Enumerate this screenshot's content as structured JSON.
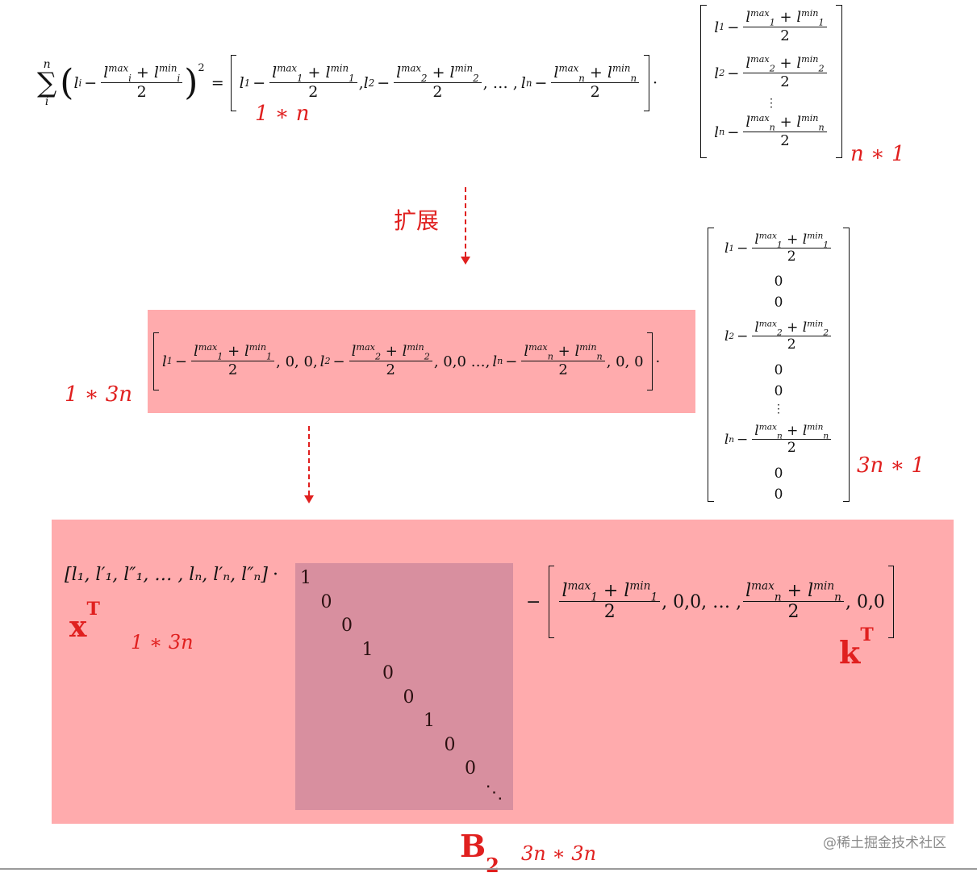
{
  "top": {
    "sum_symbol": "∑",
    "sum_upper": "n",
    "sum_lower": "i",
    "lhs_var": "l",
    "lhs_sub": "i",
    "minus": "−",
    "max_sup": "max",
    "min_sup": "min",
    "plus": "+",
    "denominator": "2",
    "power": "2",
    "equals": "=",
    "ellipsis": ", … ,",
    "dot": "·",
    "vdots": "⋮",
    "row_dim": "1 ∗ n",
    "col_dim": "n ∗ 1",
    "subs": [
      "1",
      "2",
      "n"
    ]
  },
  "arrow1_label": "扩展",
  "middle": {
    "row_dim": "1 ∗ 3n",
    "col_dim": "3n ∗ 1",
    "zero_pair": ", 0, 0,",
    "zero_pair_b": ", 0,0 …,",
    "zero_pair_end": ", 0, 0",
    "zero": "0",
    "vdots": "⋮",
    "dot": "·"
  },
  "bottom": {
    "x_vector": "[l₁, l′₁, l″₁, … , lₙ, l′ₙ, l″ₙ]",
    "dot": "·",
    "x_label": "x",
    "x_sup": "T",
    "x_dim": "1 ∗ 3n",
    "diag_entries": [
      "1",
      "0",
      "0",
      "1",
      "0",
      "0",
      "1",
      "0",
      "0",
      "⋱"
    ],
    "minus": "−",
    "k_zero_mid": ", 0,0, … ,",
    "k_zero_end": ", 0,0",
    "k_label": "k",
    "k_sup": "T",
    "b_label": "B",
    "b_sub": "2",
    "b_dim": "3n ∗ 3n"
  },
  "colors": {
    "red": "#e0201f",
    "pink_box": "#ffabad",
    "mauve_box": "#d88f9f"
  },
  "watermark": "@稀土掘金技术社区"
}
